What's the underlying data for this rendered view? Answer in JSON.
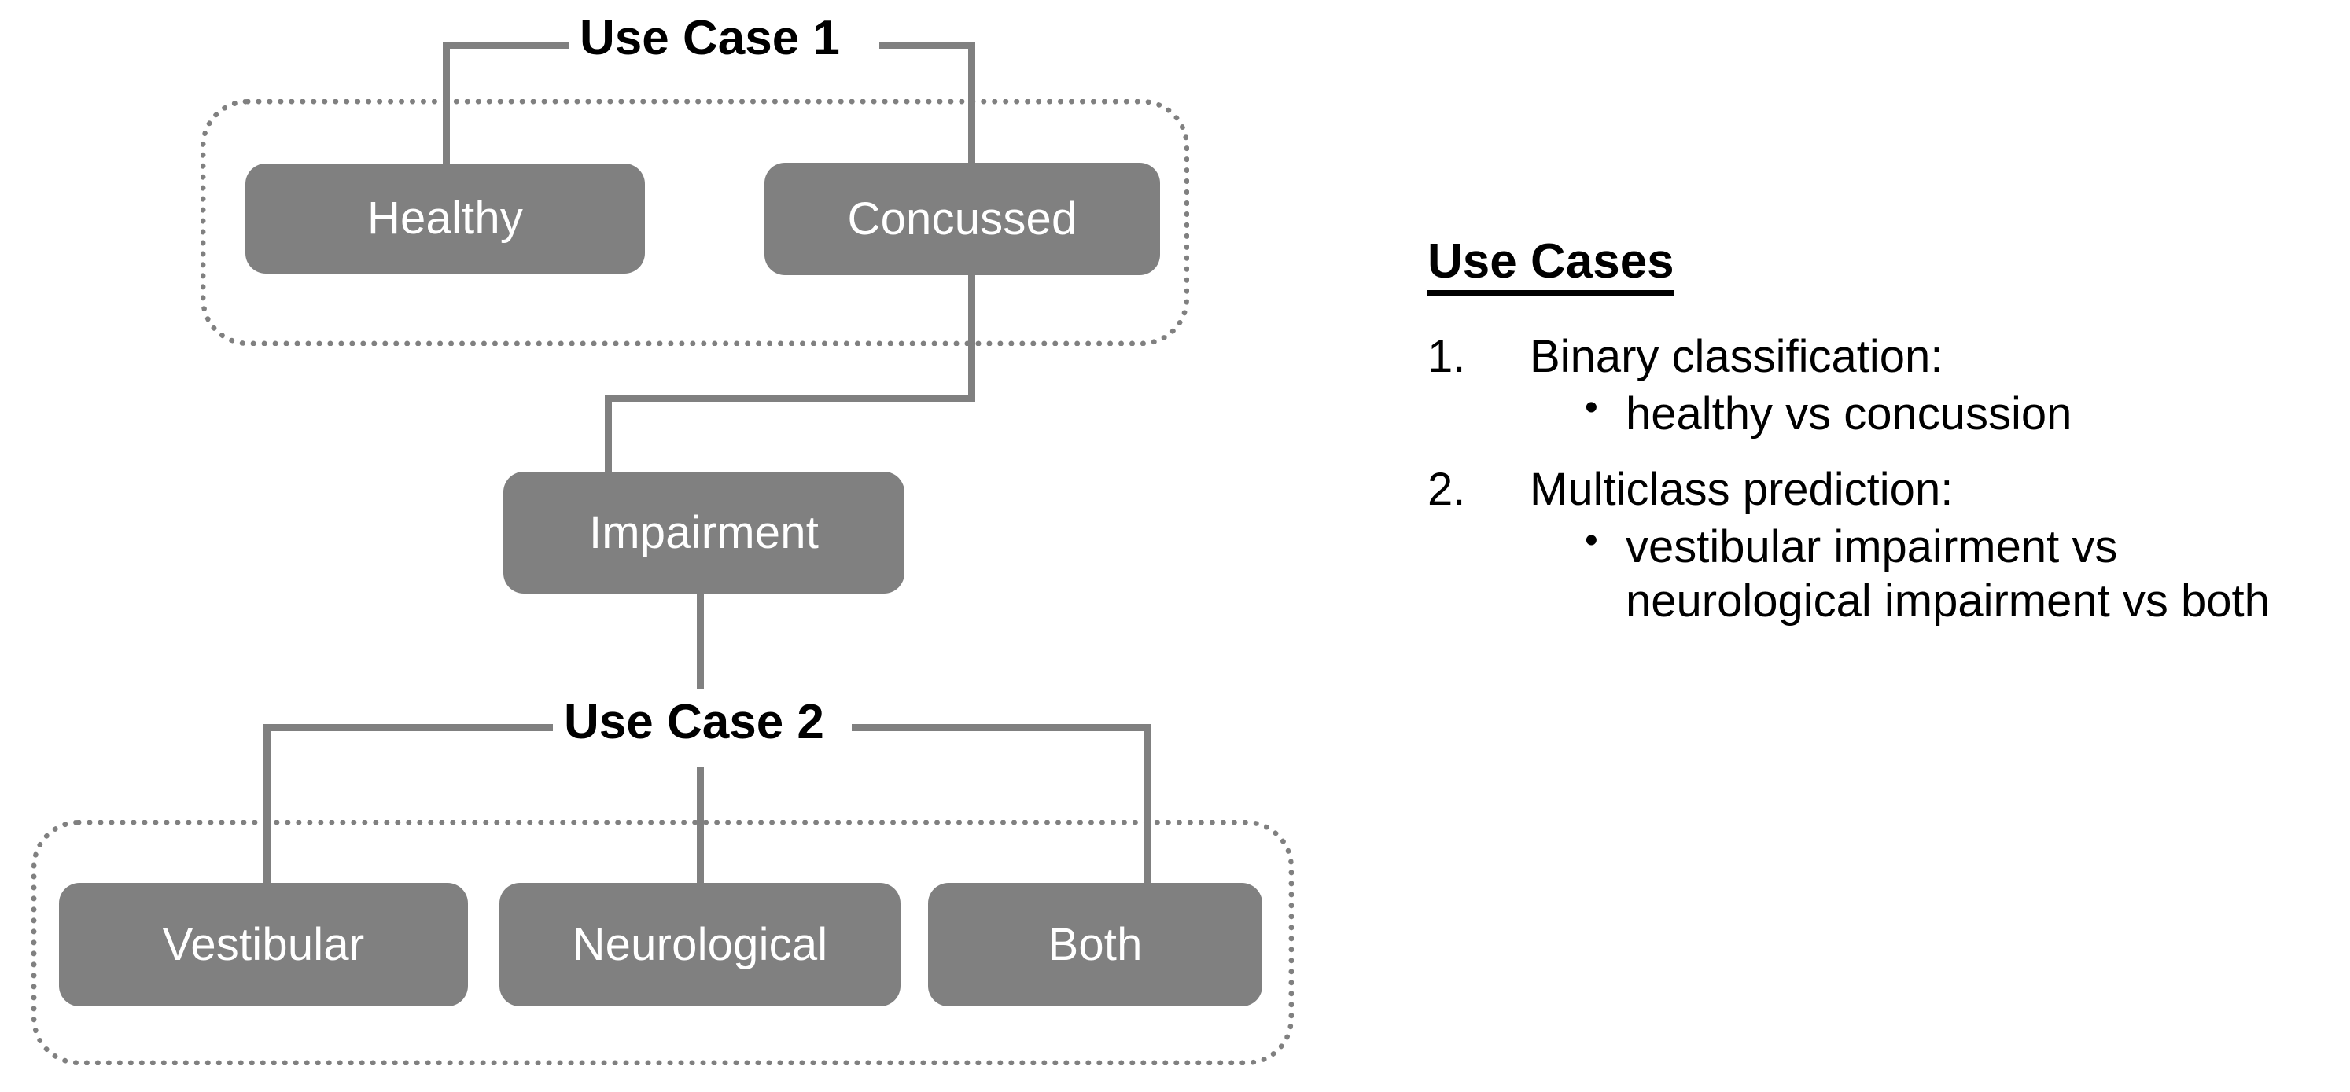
{
  "diagram": {
    "group_uc1": {
      "bracket_label": "Use Case 1",
      "nodes": [
        {
          "id": "healthy",
          "label": "Healthy"
        },
        {
          "id": "concussed",
          "label": "Concussed"
        }
      ]
    },
    "middle": {
      "nodes": [
        {
          "id": "impairment",
          "label": "Impairment"
        }
      ]
    },
    "group_uc2": {
      "bracket_label": "Use Case 2",
      "nodes": [
        {
          "id": "vestibular",
          "label": "Vestibular"
        },
        {
          "id": "neurological",
          "label": "Neurological"
        },
        {
          "id": "both",
          "label": "Both"
        }
      ]
    },
    "colors": {
      "node_fill": "#808080",
      "node_text": "#ffffff",
      "connector": "#808080",
      "group_border": "#808080",
      "label_text": "#000000",
      "background": "#ffffff"
    }
  },
  "panel": {
    "title": "Use Cases",
    "items": [
      {
        "number": "1.",
        "heading": "Binary classification:",
        "bullets": [
          "healthy vs concussion"
        ]
      },
      {
        "number": "2.",
        "heading": "Multiclass prediction:",
        "bullets": [
          "vestibular impairment vs neurological impairment vs both"
        ]
      }
    ]
  }
}
